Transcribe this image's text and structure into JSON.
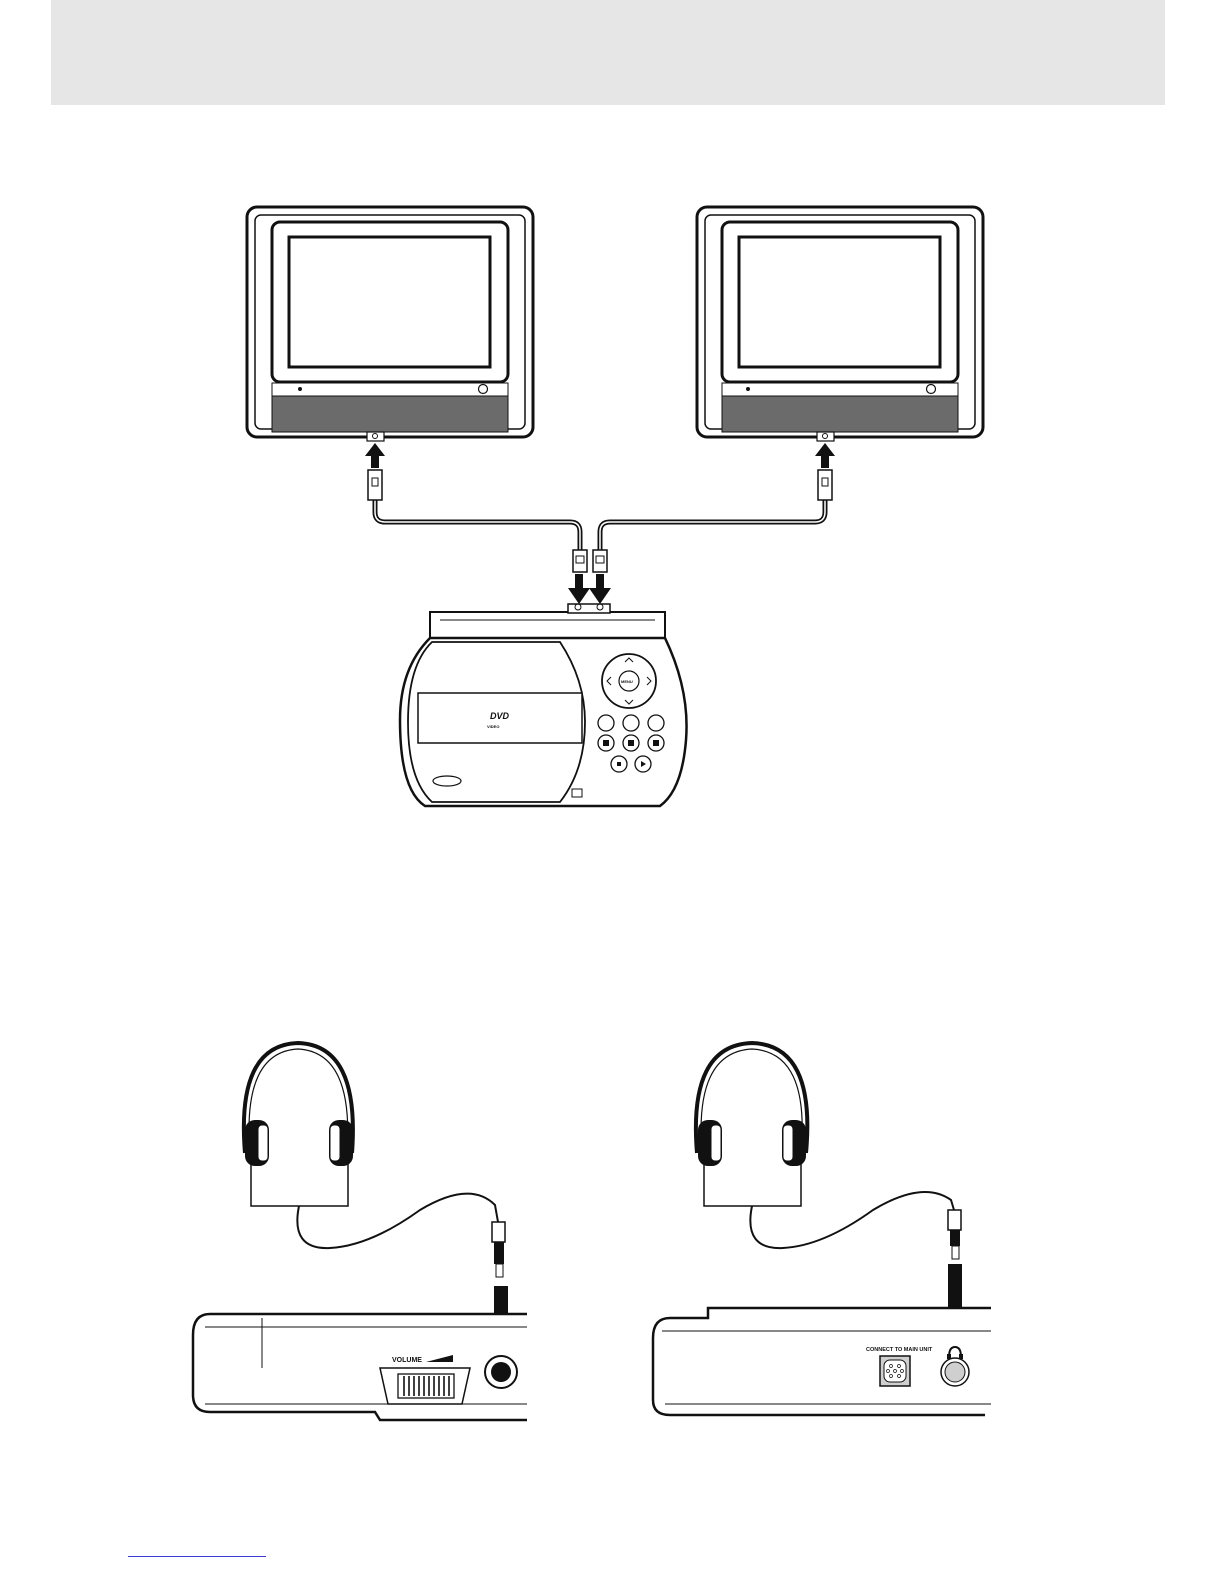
{
  "header": {
    "text": ""
  },
  "dvd_player": {
    "logo_text": "DVD",
    "logo_sub": "VIDEO",
    "menu_label": "MENU"
  },
  "screen_a_side": {
    "volume_label": "VOLUME"
  },
  "screen_b_side": {
    "connect_label": "CONNECT TO MAIN UNIT"
  },
  "icons": {
    "headphone_jack_symbol": "headphone-icon"
  }
}
